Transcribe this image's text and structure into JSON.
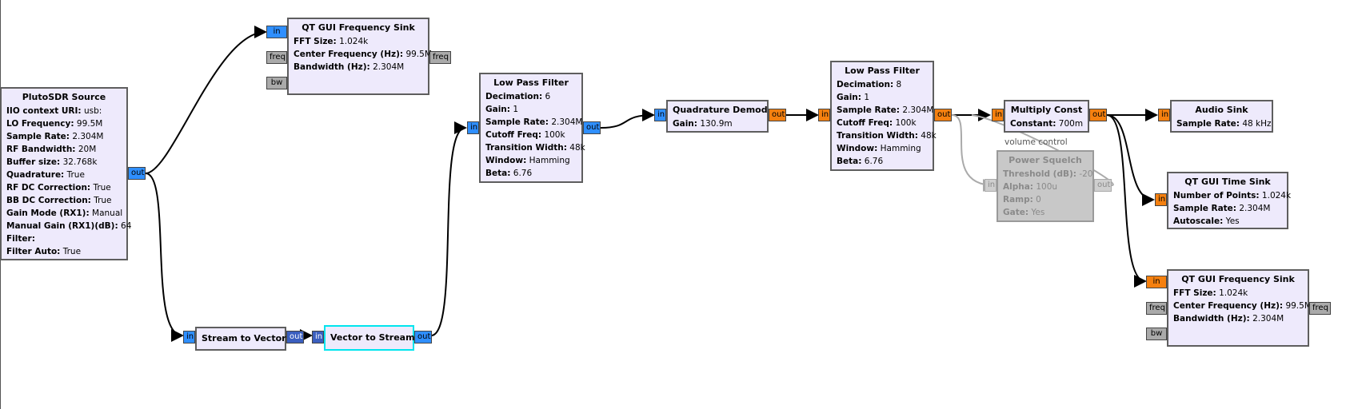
{
  "blocks": {
    "pluto": {
      "title": "PlutoSDR Source",
      "rows": [
        {
          "k": "IIO context URI:",
          "v": "usb:"
        },
        {
          "k": "LO Frequency:",
          "v": "99.5M"
        },
        {
          "k": "Sample Rate:",
          "v": "2.304M"
        },
        {
          "k": "RF Bandwidth:",
          "v": "20M"
        },
        {
          "k": "Buffer size:",
          "v": "32.768k"
        },
        {
          "k": "Quadrature:",
          "v": "True"
        },
        {
          "k": "RF DC Correction:",
          "v": "True"
        },
        {
          "k": "BB DC Correction:",
          "v": "True"
        },
        {
          "k": "Gain Mode (RX1):",
          "v": "Manual"
        },
        {
          "k": "Manual Gain (RX1)(dB):",
          "v": "64"
        },
        {
          "k": "Filter:",
          "v": ""
        },
        {
          "k": "Filter Auto:",
          "v": "True"
        }
      ]
    },
    "freqsink1": {
      "title": "QT GUI Frequency Sink",
      "rows": [
        {
          "k": "FFT Size:",
          "v": "1.024k"
        },
        {
          "k": "Center Frequency (Hz):",
          "v": "99.5M"
        },
        {
          "k": "Bandwidth (Hz):",
          "v": "2.304M"
        }
      ]
    },
    "s2v": {
      "title": "Stream to Vector",
      "rows": []
    },
    "v2s": {
      "title": "Vector to Stream",
      "rows": []
    },
    "lpf1": {
      "title": "Low Pass Filter",
      "rows": [
        {
          "k": "Decimation:",
          "v": "6"
        },
        {
          "k": "Gain:",
          "v": "1"
        },
        {
          "k": "Sample Rate:",
          "v": "2.304M"
        },
        {
          "k": "Cutoff Freq:",
          "v": "100k"
        },
        {
          "k": "Transition Width:",
          "v": "48k"
        },
        {
          "k": "Window:",
          "v": "Hamming"
        },
        {
          "k": "Beta:",
          "v": "6.76"
        }
      ]
    },
    "qdemod": {
      "title": "Quadrature Demod",
      "rows": [
        {
          "k": "Gain:",
          "v": "130.9m"
        }
      ]
    },
    "lpf2": {
      "title": "Low Pass Filter",
      "rows": [
        {
          "k": "Decimation:",
          "v": "8"
        },
        {
          "k": "Gain:",
          "v": "1"
        },
        {
          "k": "Sample Rate:",
          "v": "2.304M"
        },
        {
          "k": "Cutoff Freq:",
          "v": "100k"
        },
        {
          "k": "Transition Width:",
          "v": "48k"
        },
        {
          "k": "Window:",
          "v": "Hamming"
        },
        {
          "k": "Beta:",
          "v": "6.76"
        }
      ]
    },
    "mult": {
      "title": "Multiply Const",
      "rows": [
        {
          "k": "Constant:",
          "v": "700m"
        }
      ]
    },
    "squelch": {
      "title": "Power Squelch",
      "rows": [
        {
          "k": "Threshold (dB):",
          "v": "-20"
        },
        {
          "k": "Alpha:",
          "v": "100u"
        },
        {
          "k": "Ramp:",
          "v": "0"
        },
        {
          "k": "Gate:",
          "v": "Yes"
        }
      ]
    },
    "audio": {
      "title": "Audio Sink",
      "rows": [
        {
          "k": "Sample Rate:",
          "v": "48 kHz"
        }
      ]
    },
    "timesink": {
      "title": "QT GUI Time Sink",
      "rows": [
        {
          "k": "Number of Points:",
          "v": "1.024k"
        },
        {
          "k": "Sample Rate:",
          "v": "2.304M"
        },
        {
          "k": "Autoscale:",
          "v": "Yes"
        }
      ]
    },
    "freqsink2": {
      "title": "QT GUI Frequency Sink",
      "rows": [
        {
          "k": "FFT Size:",
          "v": "1.024k"
        },
        {
          "k": "Center Frequency (Hz):",
          "v": "99.5M"
        },
        {
          "k": "Bandwidth (Hz):",
          "v": "2.304M"
        }
      ]
    }
  },
  "ports": {
    "in": "in",
    "out": "out",
    "freq": "freq",
    "bw": "bw"
  },
  "notes": {
    "volume": "volume control"
  },
  "colors": {
    "complex_port": "#2f8fff",
    "float_port": "#f5800f",
    "message_port": "#aaaaaa",
    "vector_port": "#3b5fbf",
    "block_fill": "#eeeafc",
    "selected_border": "#00e5ee",
    "disabled_fill": "#c8c8c8"
  }
}
